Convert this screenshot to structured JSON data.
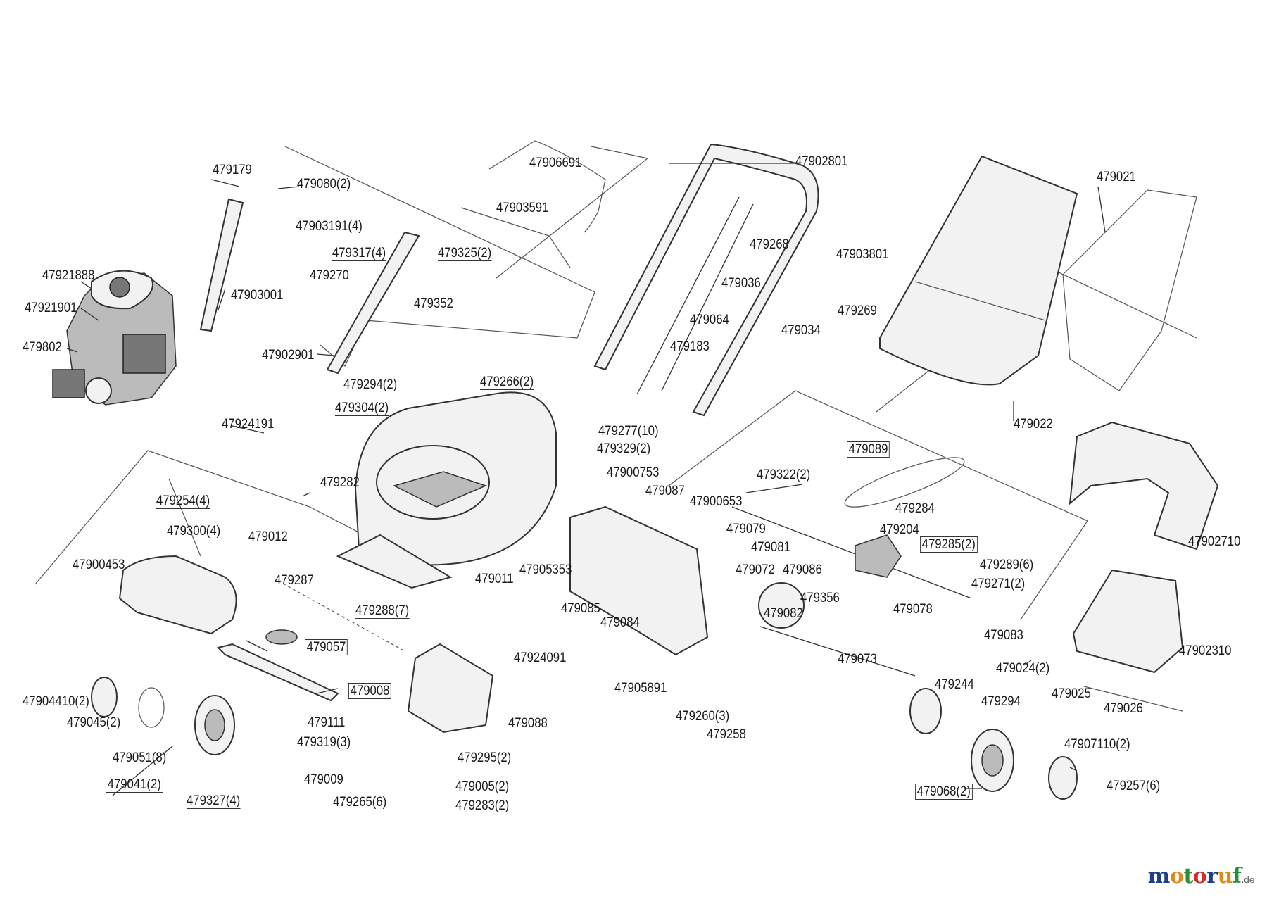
{
  "diagram": {
    "labels": [
      {
        "id": "p479179",
        "text": "479179",
        "style": "plain"
      },
      {
        "id": "p479080",
        "text": "479080(2)",
        "style": "plain"
      },
      {
        "id": "p47906691",
        "text": "47906691",
        "style": "plain"
      },
      {
        "id": "p47902801",
        "text": "47902801",
        "style": "plain"
      },
      {
        "id": "p479021",
        "text": "479021",
        "style": "plain"
      },
      {
        "id": "p47903191",
        "text": "47903191(4)",
        "style": "underlined"
      },
      {
        "id": "p47903591",
        "text": "47903591",
        "style": "plain"
      },
      {
        "id": "p479317",
        "text": "479317(4)",
        "style": "underlined"
      },
      {
        "id": "p479325",
        "text": "479325(2)",
        "style": "underlined"
      },
      {
        "id": "p479268",
        "text": "479268",
        "style": "plain"
      },
      {
        "id": "p47903801",
        "text": "47903801",
        "style": "plain"
      },
      {
        "id": "p47921888",
        "text": "47921888",
        "style": "plain"
      },
      {
        "id": "p479270",
        "text": "479270",
        "style": "plain"
      },
      {
        "id": "p479036",
        "text": "479036",
        "style": "plain"
      },
      {
        "id": "p479269",
        "text": "479269",
        "style": "plain"
      },
      {
        "id": "p479352",
        "text": "479352",
        "style": "plain"
      },
      {
        "id": "p47903001",
        "text": "47903001",
        "style": "plain"
      },
      {
        "id": "p47921901",
        "text": "47921901",
        "style": "plain"
      },
      {
        "id": "p479064",
        "text": "479064",
        "style": "plain"
      },
      {
        "id": "p479034",
        "text": "479034",
        "style": "plain"
      },
      {
        "id": "p479802",
        "text": "479802",
        "style": "plain"
      },
      {
        "id": "p479183",
        "text": "479183",
        "style": "plain"
      },
      {
        "id": "p47902901",
        "text": "47902901",
        "style": "plain"
      },
      {
        "id": "p479294a",
        "text": "479294(2)",
        "style": "plain"
      },
      {
        "id": "p479266",
        "text": "479266(2)",
        "style": "underlined"
      },
      {
        "id": "p479304",
        "text": "479304(2)",
        "style": "underlined"
      },
      {
        "id": "p479022",
        "text": "479022",
        "style": "underlined"
      },
      {
        "id": "p47924191",
        "text": "47924191",
        "style": "plain"
      },
      {
        "id": "p479277",
        "text": "479277(10)",
        "style": "plain"
      },
      {
        "id": "p479329",
        "text": "479329(2)",
        "style": "plain"
      },
      {
        "id": "p479089",
        "text": "479089",
        "style": "boxed"
      },
      {
        "id": "p47900753",
        "text": "47900753",
        "style": "plain"
      },
      {
        "id": "p479322",
        "text": "479322(2)",
        "style": "plain"
      },
      {
        "id": "p479282",
        "text": "479282",
        "style": "plain"
      },
      {
        "id": "p479087",
        "text": "479087",
        "style": "plain"
      },
      {
        "id": "p479254",
        "text": "479254(4)",
        "style": "underlined"
      },
      {
        "id": "p47900653",
        "text": "47900653",
        "style": "plain"
      },
      {
        "id": "p479284",
        "text": "479284",
        "style": "plain"
      },
      {
        "id": "p479300",
        "text": "479300(4)",
        "style": "plain"
      },
      {
        "id": "p479012",
        "text": "479012",
        "style": "plain"
      },
      {
        "id": "p479079",
        "text": "479079",
        "style": "plain"
      },
      {
        "id": "p479204",
        "text": "479204",
        "style": "plain"
      },
      {
        "id": "p479285",
        "text": "479285(2)",
        "style": "boxed"
      },
      {
        "id": "p47902710",
        "text": "47902710",
        "style": "plain"
      },
      {
        "id": "p479081",
        "text": "479081",
        "style": "plain"
      },
      {
        "id": "p47900453",
        "text": "47900453",
        "style": "plain"
      },
      {
        "id": "p47905353",
        "text": "47905353",
        "style": "plain"
      },
      {
        "id": "p479289",
        "text": "479289(6)",
        "style": "plain"
      },
      {
        "id": "p479287",
        "text": "479287",
        "style": "plain"
      },
      {
        "id": "p479072",
        "text": "479072",
        "style": "plain"
      },
      {
        "id": "p479086",
        "text": "479086",
        "style": "plain"
      },
      {
        "id": "p479011",
        "text": "479011",
        "style": "plain"
      },
      {
        "id": "p479271",
        "text": "479271(2)",
        "style": "plain"
      },
      {
        "id": "p479356",
        "text": "479356",
        "style": "plain"
      },
      {
        "id": "p479288",
        "text": "479288(7)",
        "style": "underlined"
      },
      {
        "id": "p479085",
        "text": "479085",
        "style": "plain"
      },
      {
        "id": "p479078",
        "text": "479078",
        "style": "plain"
      },
      {
        "id": "p479082",
        "text": "479082",
        "style": "plain"
      },
      {
        "id": "p479084",
        "text": "479084",
        "style": "plain"
      },
      {
        "id": "p479083",
        "text": "479083",
        "style": "plain"
      },
      {
        "id": "p479057",
        "text": "479057",
        "style": "boxed"
      },
      {
        "id": "p47902310",
        "text": "47902310",
        "style": "plain"
      },
      {
        "id": "p47924091",
        "text": "47924091",
        "style": "plain"
      },
      {
        "id": "p479073",
        "text": "479073",
        "style": "plain"
      },
      {
        "id": "p479024",
        "text": "479024(2)",
        "style": "plain"
      },
      {
        "id": "p479008",
        "text": "479008",
        "style": "boxed"
      },
      {
        "id": "p47905891",
        "text": "47905891",
        "style": "plain"
      },
      {
        "id": "p479244",
        "text": "479244",
        "style": "plain"
      },
      {
        "id": "p479025",
        "text": "479025",
        "style": "plain"
      },
      {
        "id": "p47904410",
        "text": "47904410(2)",
        "style": "plain"
      },
      {
        "id": "p479294b",
        "text": "479294",
        "style": "plain"
      },
      {
        "id": "p479026",
        "text": "479026",
        "style": "plain"
      },
      {
        "id": "p479045",
        "text": "479045(2)",
        "style": "plain"
      },
      {
        "id": "p479111",
        "text": "479111",
        "style": "plain"
      },
      {
        "id": "p479088",
        "text": "479088",
        "style": "plain"
      },
      {
        "id": "p479260",
        "text": "479260(3)",
        "style": "plain"
      },
      {
        "id": "p479319",
        "text": "479319(3)",
        "style": "plain"
      },
      {
        "id": "p479258",
        "text": "479258",
        "style": "plain"
      },
      {
        "id": "p479051",
        "text": "479051(8)",
        "style": "plain"
      },
      {
        "id": "p47907110",
        "text": "47907110(2)",
        "style": "plain"
      },
      {
        "id": "p479295",
        "text": "479295(2)",
        "style": "plain"
      },
      {
        "id": "p479041",
        "text": "479041(2)",
        "style": "boxed"
      },
      {
        "id": "p479009",
        "text": "479009",
        "style": "plain"
      },
      {
        "id": "p479005",
        "text": "479005(2)",
        "style": "plain"
      },
      {
        "id": "p479257",
        "text": "479257(6)",
        "style": "plain"
      },
      {
        "id": "p479068",
        "text": "479068(2)",
        "style": "boxed"
      },
      {
        "id": "p479327",
        "text": "479327(4)",
        "style": "underlined"
      },
      {
        "id": "p479265",
        "text": "479265(6)",
        "style": "plain"
      },
      {
        "id": "p479283",
        "text": "479283(2)",
        "style": "plain"
      }
    ]
  },
  "watermark": {
    "parts": [
      {
        "text": "m",
        "color": "#1a3e8c"
      },
      {
        "text": "o",
        "color": "#e08a1e"
      },
      {
        "text": "t",
        "color": "#2e8b3a"
      },
      {
        "text": "o",
        "color": "#d42a2a"
      },
      {
        "text": "r",
        "color": "#1a3e8c"
      },
      {
        "text": "u",
        "color": "#e08a1e"
      },
      {
        "text": "f",
        "color": "#2e8b3a"
      }
    ],
    "tld": ".de"
  }
}
